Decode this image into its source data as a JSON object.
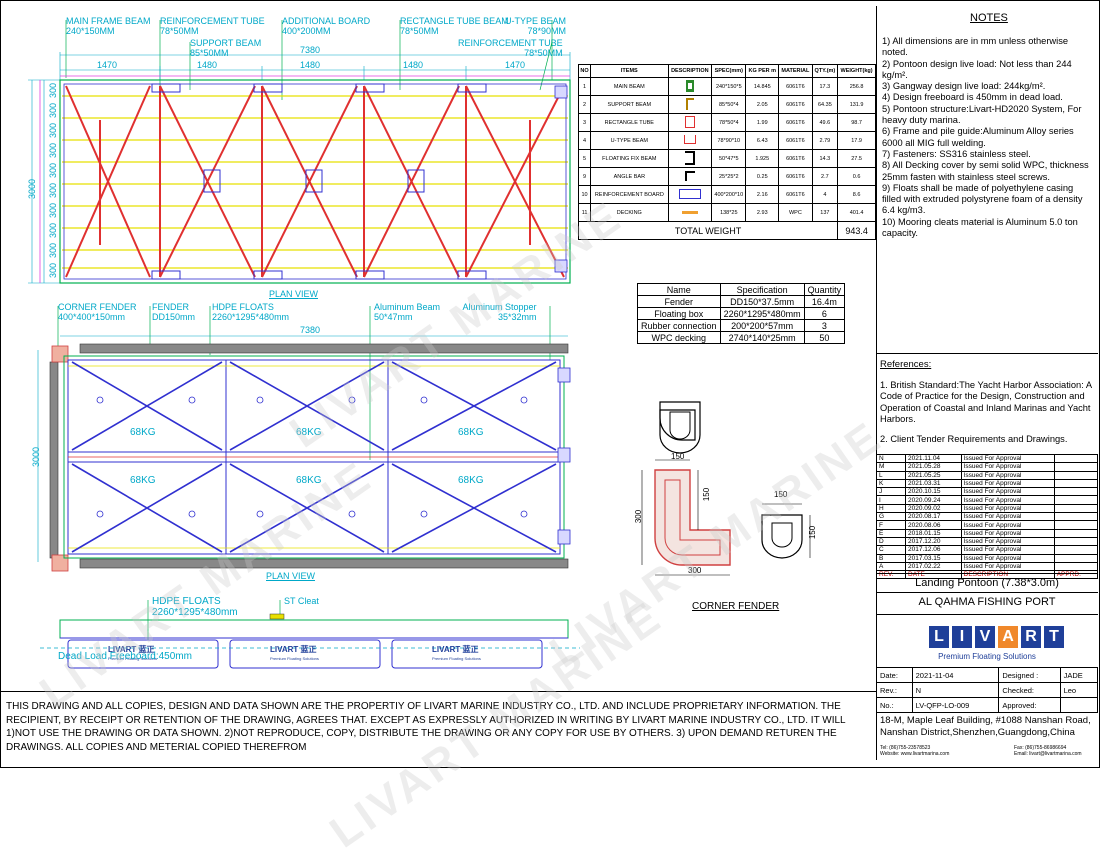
{
  "top_labels": {
    "main_frame_beam": "MAIN FRAME BEAM",
    "main_frame_beam_spec": "240*150MM",
    "reinforcement_tube": "REINFORCEMENT TUBE",
    "reinforcement_tube_spec": "78*50MM",
    "support_beam": "SUPPORT BEAM",
    "support_beam_spec": "85*50MM",
    "additional_board": "ADDITIONAL BOARD",
    "additional_board_spec": "400*200MM",
    "rectangle_tube_beam": "RECTANGLE TUBE BEAM",
    "rectangle_tube_beam_spec": "78*50MM",
    "u_type_beam": "U-TYPE BEAM",
    "u_type_beam_spec": "78*90MM",
    "reinforcement_tube2": "REINFORCEMENT TUBE",
    "reinforcement_tube2_spec": "78*50MM"
  },
  "plan1": {
    "total_length": "7380",
    "segments": [
      "1470",
      "1480",
      "1480",
      "1480",
      "1470"
    ],
    "width": "3000",
    "side_dims": [
      "300",
      "300",
      "300",
      "300",
      "300",
      "300",
      "300",
      "300",
      "300",
      "300"
    ],
    "caption": "PLAN VIEW"
  },
  "plan2_labels": {
    "corner_fender": "CORNER FENDER",
    "corner_fender_spec": "400*400*150mm",
    "fender": "FENDER",
    "fender_spec": "DD150mm",
    "hdpe_floats": "HDPE FLOATS",
    "hdpe_floats_spec": "2260*1295*480mm",
    "aluminum_beam": "Aluminum Beam",
    "aluminum_beam_spec": "50*47mm",
    "aluminum_stopper": "Aluminum Stopper",
    "aluminum_stopper_spec": "35*32mm",
    "total_length": "7380",
    "width": "3000",
    "float_weights": [
      "68KG",
      "68KG",
      "68KG",
      "68KG",
      "68KG",
      "68KG"
    ],
    "caption": "PLAN VIEW"
  },
  "side_view": {
    "hdpe_floats": "HDPE FLOATS",
    "hdpe_floats_spec": "2260*1295*480mm",
    "st_cleat": "ST Cleat",
    "dead_load": "Dead Load Freeboard:450mm",
    "float_brand": "LIVART 蓝正",
    "float_sub": "Premium Floating Solutions"
  },
  "items_table": {
    "headers": [
      "NO",
      "ITEMS",
      "DESCRIPTION",
      "SPEC(mm)",
      "KG PER m",
      "MATERIAL",
      "QTY.(m)",
      "WEIGHT(kg)"
    ],
    "rows": [
      [
        "1",
        "MAIN BEAM",
        "",
        "240*150*5",
        "14.845",
        "6061T6",
        "17.3",
        "256.8"
      ],
      [
        "2",
        "SUPPORT BEAM",
        "",
        "85*50*4",
        "2.05",
        "6061T6",
        "64.35",
        "131.9"
      ],
      [
        "3",
        "RECTANGLE TUBE",
        "",
        "78*50*4",
        "1.99",
        "6061T6",
        "49.6",
        "98.7"
      ],
      [
        "4",
        "U-TYPE BEAM",
        "",
        "78*90*10",
        "6.43",
        "6061T6",
        "2.79",
        "17.9"
      ],
      [
        "5",
        "FLOATING FIX BEAM",
        "",
        "50*47*5",
        "1.925",
        "6061T6",
        "14.3",
        "27.5"
      ],
      [
        "9",
        "ANGLE BAR",
        "",
        "25*25*2",
        "0.25",
        "6061T6",
        "2.7",
        "0.6"
      ],
      [
        "10",
        "REINFORCEMENT BOARD",
        "",
        "400*200*10",
        "2.16",
        "6061T6",
        "4",
        "8.6"
      ],
      [
        "11",
        "DECKING",
        "",
        "138*25",
        "2.93",
        "WPC",
        "137",
        "401.4"
      ]
    ],
    "total_label": "TOTAL WEIGHT",
    "total_value": "943.4"
  },
  "spec_table": {
    "headers": [
      "Name",
      "Specification",
      "Quantity"
    ],
    "rows": [
      [
        "Fender",
        "DD150*37.5mm",
        "16.4m"
      ],
      [
        "Floating box",
        "2260*1295*480mm",
        "6"
      ],
      [
        "Rubber connection",
        "200*200*57mm",
        "3"
      ],
      [
        "WPC decking",
        "2740*140*25mm",
        "50"
      ]
    ]
  },
  "corner_fender": {
    "title": "CORNER FENDER",
    "dims": [
      "150",
      "150",
      "300",
      "300",
      "150",
      "150"
    ]
  },
  "notes": {
    "title": "NOTES",
    "items": [
      "1) All dimensions are in mm unless otherwise noted.",
      "2) Pontoon design live load: Not less than 244 kg/m².",
      "3) Gangway design live load: 244kg/m².",
      "4) Design freeboard is 450mm in dead load.",
      "5) Pontoon structure:Livart-HD2020 System, For heavy duty marina.",
      "6) Frame and pile guide:Aluminum Alloy series 6000 all MIG full welding.",
      "7) Fasteners: SS316 stainless steel.",
      "8) All Decking cover by semi solid WPC, thickness 25mm fasten with stainless steel screws.",
      "9) Floats shall be made of polyethylene casing filled with extruded polystyrene foam of a density 6.4 kg/m3.",
      "10) Mooring cleats material is Aluminum 5.0 ton capacity."
    ]
  },
  "references": {
    "title": "References:",
    "items": [
      "1. British Standard:The Yacht Harbor Association: A Code of Practice for the Design, Construction and Operation of Coastal and Inland Marinas and Yacht Harbors.",
      "2. Client Tender Requirements and Drawings."
    ]
  },
  "revisions": {
    "rows": [
      [
        "N",
        "2021.11.04",
        "Issued For Approval"
      ],
      [
        "M",
        "2021.05.28",
        "Issued For Approval"
      ],
      [
        "L",
        "2021.05.25",
        "Issued For Approval"
      ],
      [
        "K",
        "2021.03.31",
        "Issued For Approval"
      ],
      [
        "J",
        "2020.10.15",
        "Issued For Approval"
      ],
      [
        "I",
        "2020.09.24",
        "Issued For Approval"
      ],
      [
        "H",
        "2020.09.02",
        "Issued For Approval"
      ],
      [
        "G",
        "2020.08.17",
        "Issued For Approval"
      ],
      [
        "F",
        "2020.08.06",
        "Issued For Approval"
      ],
      [
        "E",
        "2018.01.15",
        "Issued For Approval"
      ],
      [
        "D",
        "2017.12.20",
        "Issued For Approval"
      ],
      [
        "C",
        "2017.12.06",
        "Issued For Approval"
      ],
      [
        "B",
        "2017.03.15",
        "Issued For Approval"
      ],
      [
        "A",
        "2017.02.22",
        "Issued For Approval"
      ]
    ],
    "header": [
      "REV.",
      "DATE",
      "DESCRIPTION",
      "APPRD."
    ]
  },
  "title_block": {
    "drawing_title": "Landing Pontoon (7.38*3.0m)",
    "project": "AL QAHMA FISHING PORT",
    "logo_letters": [
      "L",
      "I",
      "V",
      "A",
      "R",
      "T"
    ],
    "logo_tagline": "Premium Floating Solutions",
    "date_label": "Date:",
    "date_value": "2021-11-04",
    "designed_label": "Designed :",
    "designed_value": "JADE",
    "rev_label": "Rev.:",
    "rev_value": "N",
    "checked_label": "Checked:",
    "checked_value": "Leo",
    "no_label": "No.:",
    "no_value": "LV-QFP-LO-009",
    "approved_label": "Approved:",
    "approved_value": "",
    "address": "18-M, Maple Leaf Building, #1088 Nanshan Road, Nanshan District,Shenzhen,Guangdong,China",
    "tel": "Tel: (86)755-23578523",
    "fax": "Fax: (86)755-86986694",
    "website": "Website: www.livartmarina.com",
    "email": "Email: livart@livartmarina.com"
  },
  "disclaimer": "THIS DRAWING AND ALL COPIES, DESIGN AND DATA SHOWN ARE THE PROPERTIY OF LIVART MARINE INDUSTRY CO., LTD. AND INCLUDE PROPRIETARY INFORMATION. THE RECIPIENT, BY RECEIPT OR RETENTION OF THE DRAWING, AGREES THAT. EXCEPT AS EXPRESSLY AUTHORIZED IN WRITING BY LIVART MARINE INDUSTRY CO., LTD. IT WILL 1)NOT USE THE DRAWING OR DATA SHOWN. 2)NOT REPRODUCE, COPY, DISTRIBUTE THE DRAWING OR ANY COPY FOR USE BY OTHERS. 3) UPON DEMAND RETUREN THE DRAWINGS. ALL COPIES AND METERIAL COPIED THEREFROM",
  "watermark": "LIVART MARINE"
}
